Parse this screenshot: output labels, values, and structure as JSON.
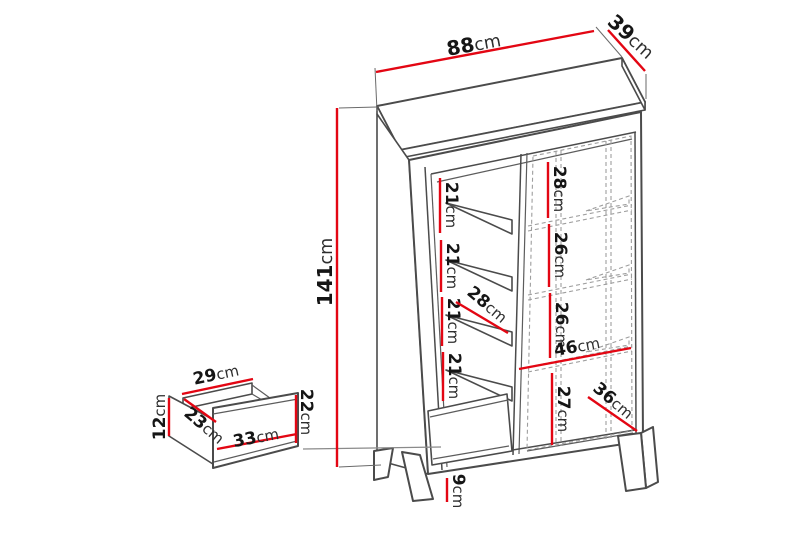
{
  "meta": {
    "subject": "cabinet-dimension-diagram",
    "unit": "cm",
    "accent_red": "#e30613",
    "line_color": "#4b4b4b",
    "dash_color": "#9e9e9e",
    "background": "#ffffff"
  },
  "labels": {
    "width": {
      "n": "88",
      "u": "cm"
    },
    "depth": {
      "n": "39",
      "u": "cm"
    },
    "height": {
      "n": "141",
      "u": "cm"
    },
    "gap1": {
      "n": "21",
      "u": "cm"
    },
    "gap2": {
      "n": "21",
      "u": "cm"
    },
    "gap3": {
      "n": "21",
      "u": "cm"
    },
    "gap4": {
      "n": "21",
      "u": "cm"
    },
    "shelf_depth": {
      "n": "28",
      "u": "cm"
    },
    "rgap1": {
      "n": "28",
      "u": "cm"
    },
    "rgap2": {
      "n": "26",
      "u": "cm"
    },
    "rgap3": {
      "n": "26",
      "u": "cm"
    },
    "rgap4": {
      "n": "27",
      "u": "cm"
    },
    "inner_width": {
      "n": "46",
      "u": "cm"
    },
    "inner_depth": {
      "n": "36",
      "u": "cm"
    },
    "plinth": {
      "n": "9",
      "u": "cm"
    },
    "drawer_top_width": {
      "n": "29",
      "u": "cm"
    },
    "drawer_depth": {
      "n": "23",
      "u": "cm"
    },
    "drawer_side_height": {
      "n": "12",
      "u": "cm"
    },
    "drawer_front_width": {
      "n": "33",
      "u": "cm"
    },
    "drawer_front_height": {
      "n": "22",
      "u": "cm"
    }
  }
}
